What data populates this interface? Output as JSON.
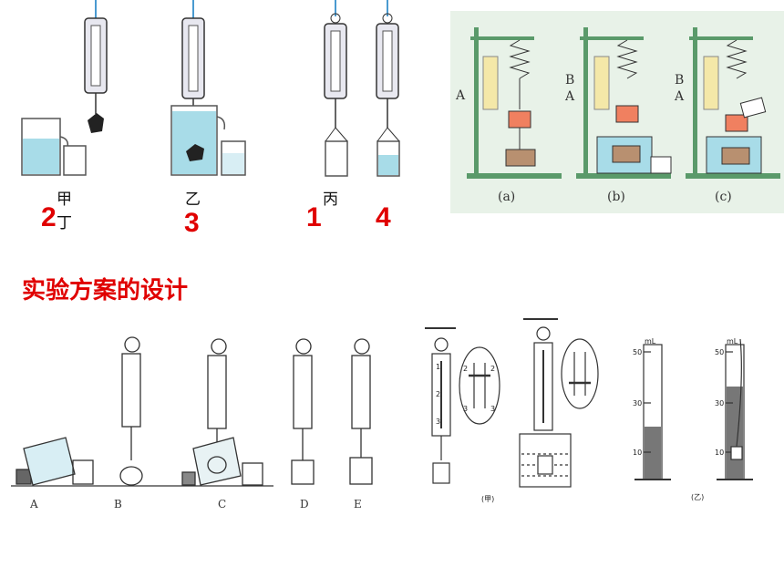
{
  "top_left": {
    "labels": [
      "甲",
      "乙",
      "丙",
      "丁"
    ],
    "step_numbers": [
      "2",
      "3",
      "1",
      "4"
    ]
  },
  "top_right": {
    "point_labels": [
      "A",
      "B",
      "A",
      "B",
      "A"
    ],
    "captions": [
      "(a)",
      "(b)",
      "(c)"
    ]
  },
  "section_title": "实验方案的设计",
  "bottom_left": {
    "labels": [
      "A",
      "B",
      "C",
      "D",
      "E"
    ]
  },
  "bottom_right": {
    "caption_left": "(甲)",
    "caption_right": "(乙)",
    "scale_marks": [
      "1",
      "2",
      "3"
    ],
    "zoom_marks": [
      "2",
      "2",
      "3",
      "3"
    ],
    "cylinder_unit": "mL",
    "cylinder_ticks": [
      "50",
      "30",
      "10"
    ]
  },
  "colors": {
    "accent_red": "#e00000",
    "water_blue": "#a8dce8",
    "orange_block": "#f08060",
    "stand_green": "#5a9a6a",
    "panel_bg": "#e8f2e8"
  }
}
